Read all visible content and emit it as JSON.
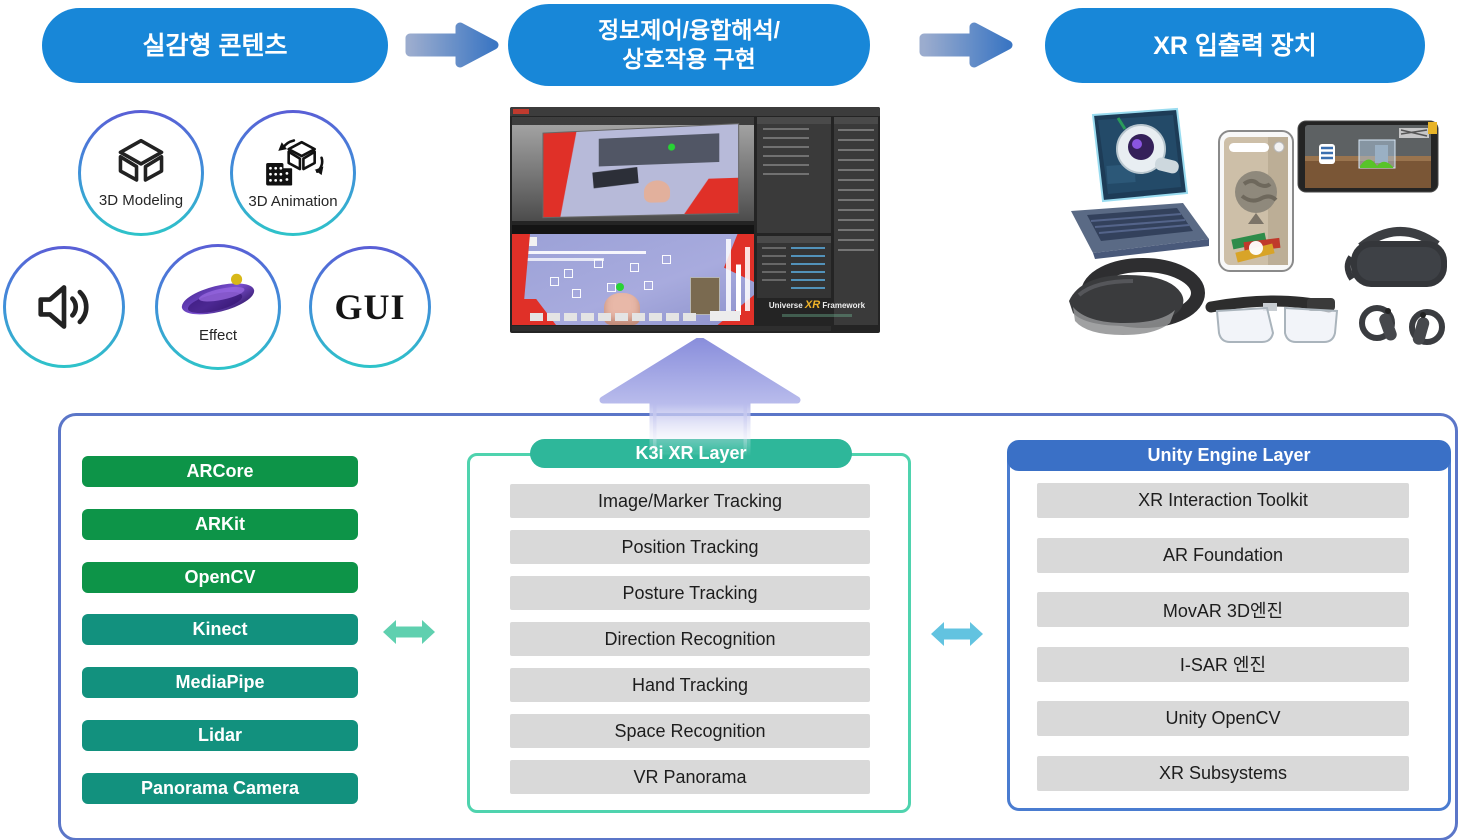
{
  "header_flow": {
    "immersive_content": "실감형 콘텐츠",
    "processing_line1": "정보제어/융합해석/",
    "processing_line2": "상호작용 구현",
    "xr_io_devices": "XR 입출력 장치"
  },
  "content_types": {
    "modeling": "3D Modeling",
    "animation": "3D Animation",
    "effect": "Effect",
    "gui": "GUI"
  },
  "icons": {
    "modeling": "cube-3d-icon",
    "animation": "film-cube-rotate-icon",
    "sound": "speaker-icon",
    "effect": "purple-swirl-effect",
    "flow_arrow": "right-arrow",
    "exchange_arrow": "double-headed-arrow",
    "upward_arrow": "up-arrow"
  },
  "editor_logo": {
    "prefix": "Universe",
    "xr": "XR",
    "suffix": "Framework"
  },
  "device_api_layer": {
    "items": [
      "ARCore",
      "ARKit",
      "OpenCV",
      "Kinect",
      "MediaPipe",
      "Lidar",
      "Panorama Camera"
    ]
  },
  "k3i_layer": {
    "title": "K3i XR Layer",
    "items": [
      "Image/Marker Tracking",
      "Position Tracking",
      "Posture Tracking",
      "Direction Recognition",
      "Hand Tracking",
      "Space Recognition",
      "VR Panorama"
    ]
  },
  "unity_layer": {
    "title": "Unity Engine Layer",
    "items": [
      "XR Interaction Toolkit",
      "AR Foundation",
      "MovAR 3D엔진",
      "I-SAR 엔진",
      "Unity OpenCV",
      "XR Subsystems"
    ]
  },
  "colors": {
    "flow_pill_blue": "#1887d8",
    "green_api": "#0d9448",
    "teal_api": "#12917e",
    "k3i_teal": "#2eb79a",
    "k3i_border": "#4fd3ae",
    "unity_blue": "#3a70c6",
    "unity_border": "#4a7cd0",
    "module_gray": "#d9d9d9",
    "outer_border": "#5b76c8",
    "left_exchange_arrow": "#5fd0af",
    "right_exchange_arrow": "#62c3e0",
    "up_arrow": "#8a8fdc"
  }
}
